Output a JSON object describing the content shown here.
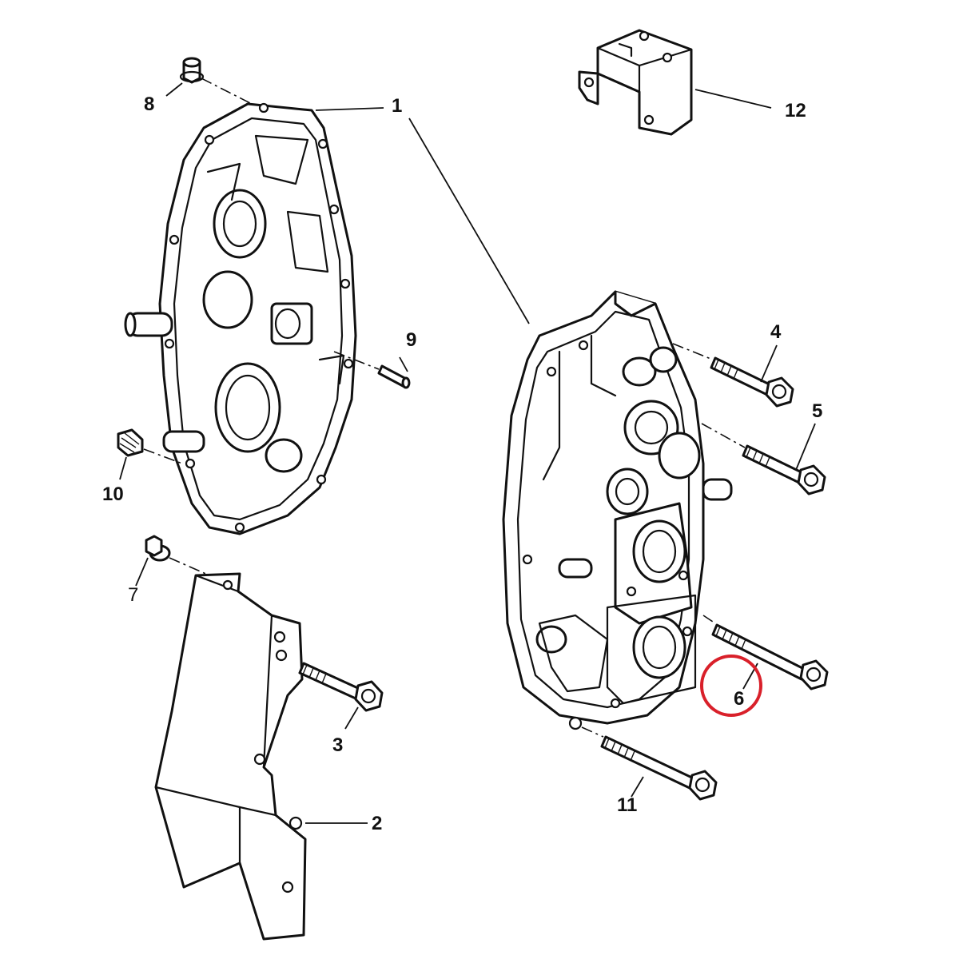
{
  "callouts": {
    "c1": "1",
    "c2": "2",
    "c3": "3",
    "c4": "4",
    "c5": "5",
    "c6": "6",
    "c7": "7",
    "c8": "8",
    "c9": "9",
    "c10": "10",
    "c11": "11",
    "c12": "12"
  },
  "highlight": {
    "part": "6",
    "color": "#d9202a"
  }
}
